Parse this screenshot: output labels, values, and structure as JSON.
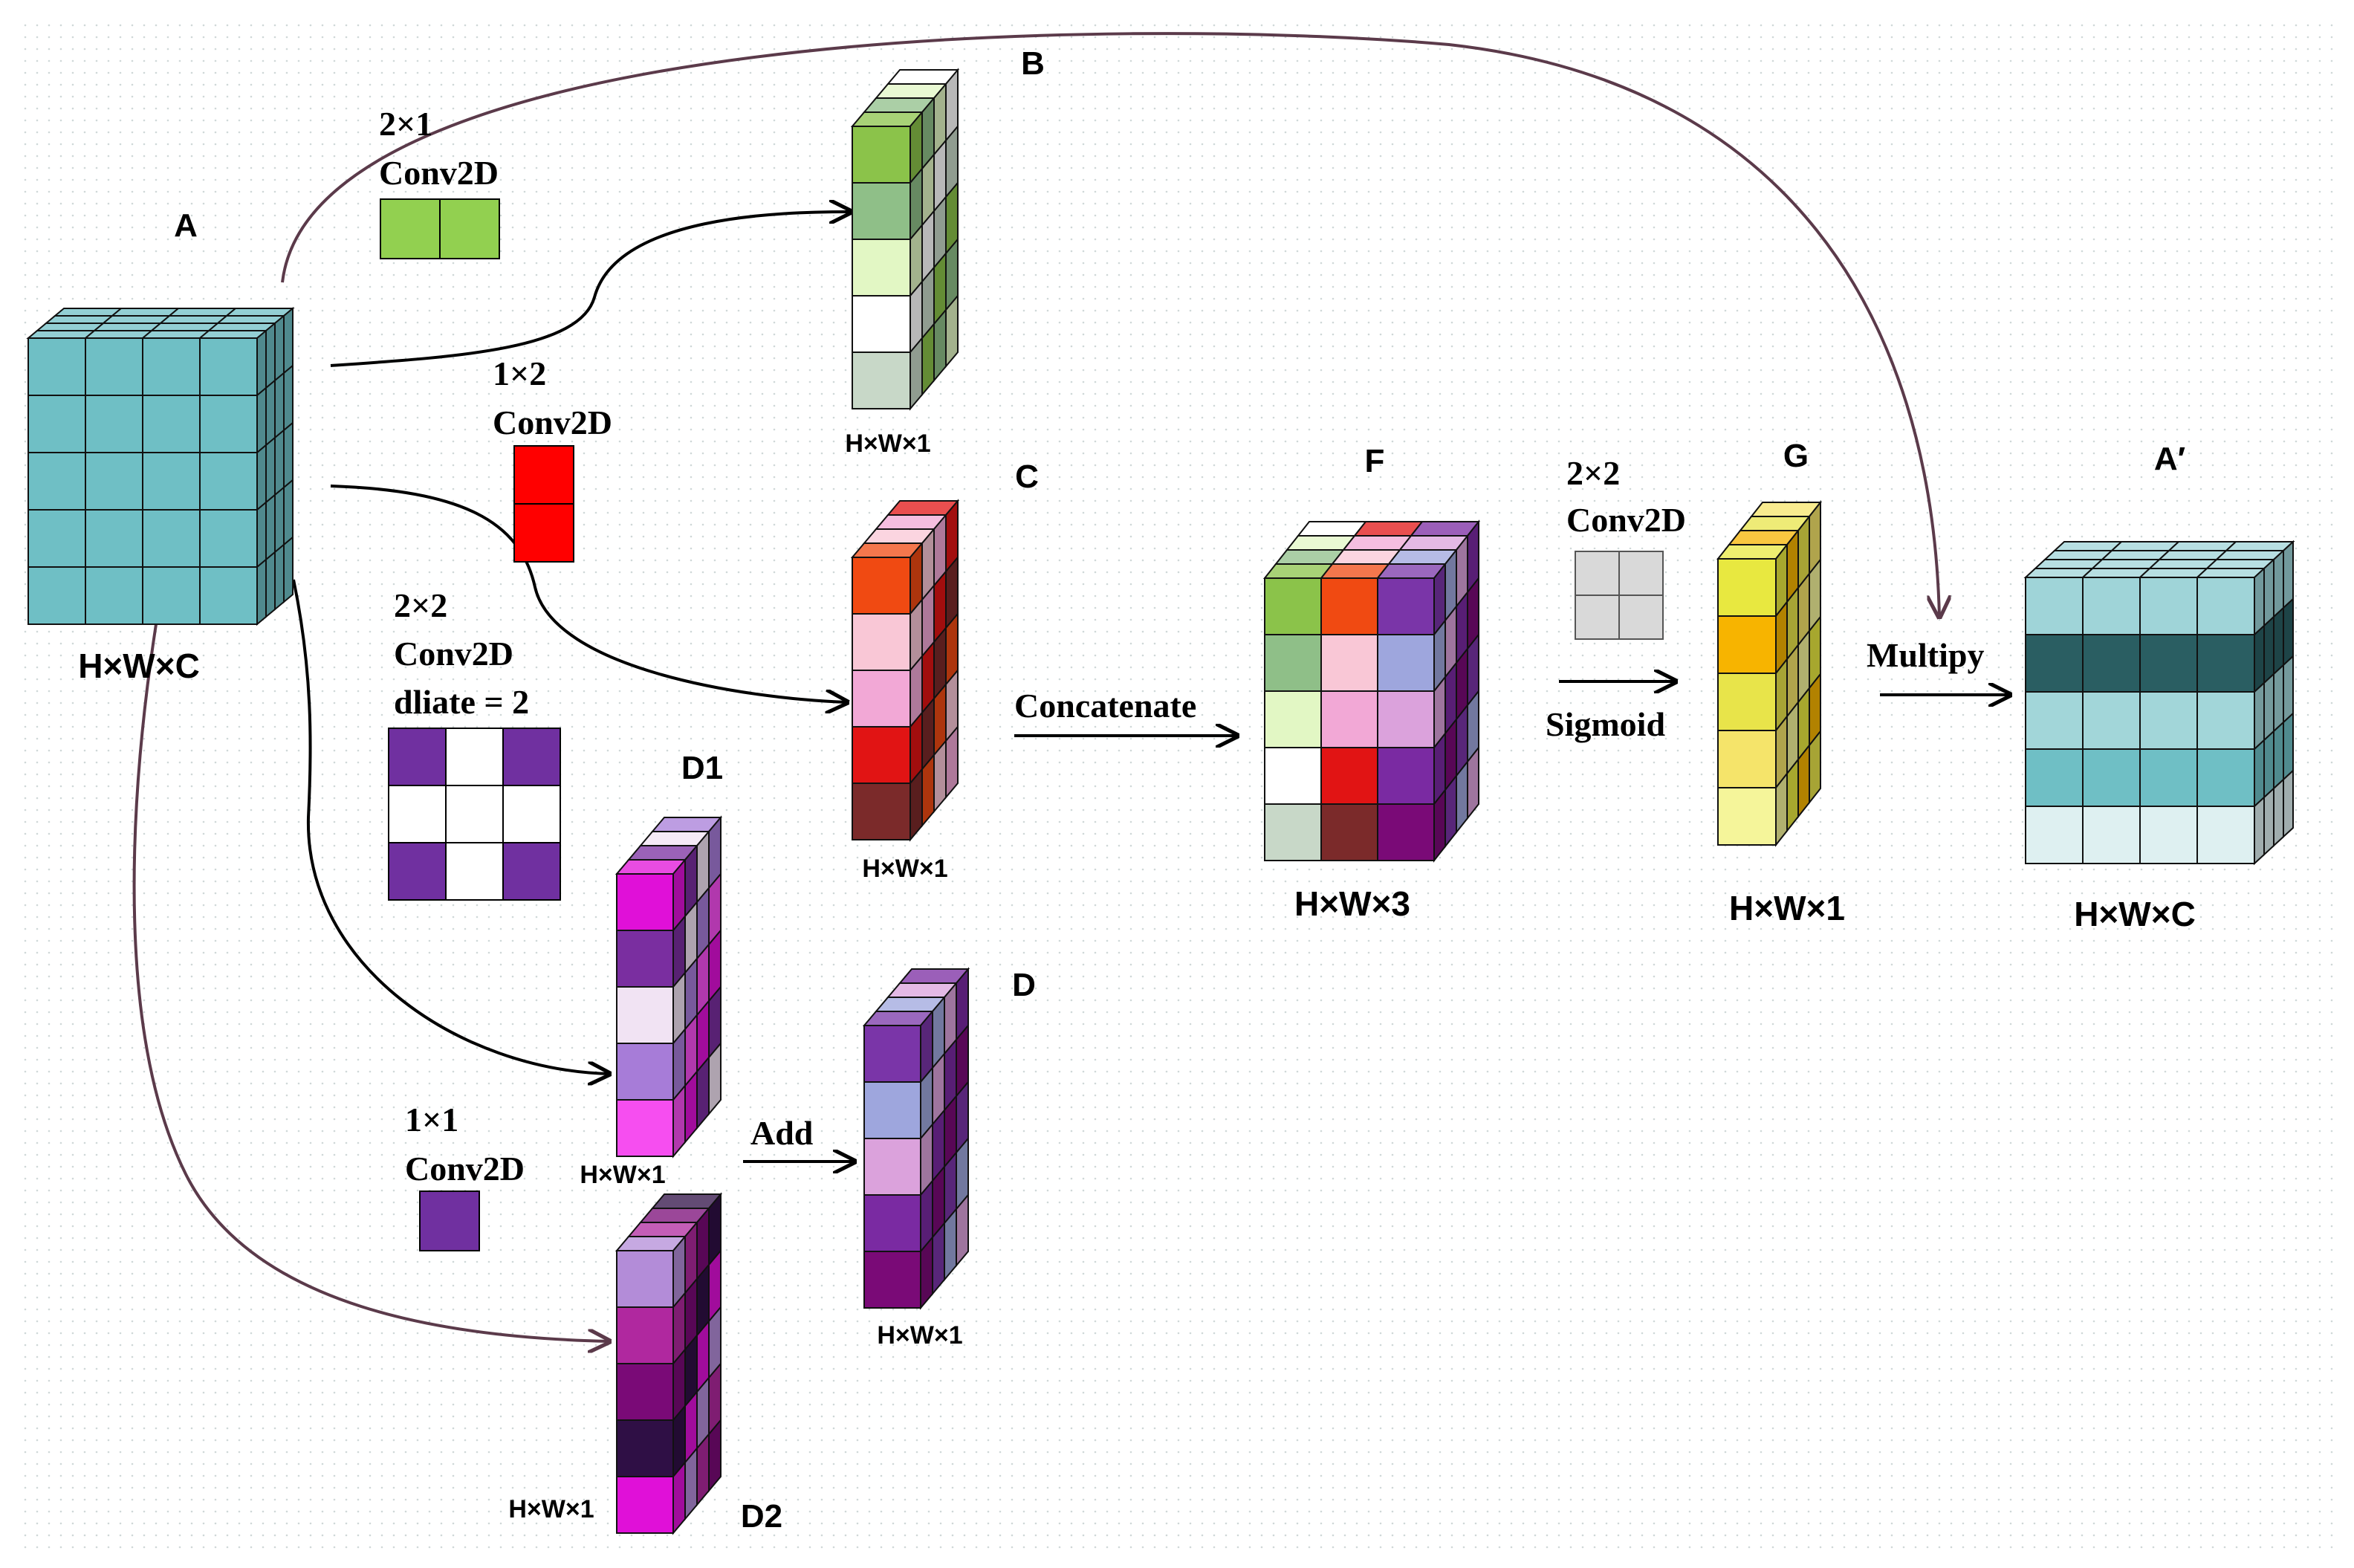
{
  "labels": {
    "A": "A",
    "A_dim": "H×W×C",
    "B": "B",
    "B_dim": "H×W×1",
    "C": "C",
    "C_dim": "H×W×1",
    "D1": "D1",
    "D1_dim": "H×W×1",
    "D2": "D2",
    "D2_dim": "H×W×1",
    "D": "D",
    "D_dim": "H×W×1",
    "F": "F",
    "F_dim": "H×W×3",
    "G": "G",
    "G_dim": "H×W×1",
    "A2": "A′",
    "A2_dim": "H×W×C"
  },
  "ops": {
    "conv_b_size": "2×1",
    "conv_b_name": "Conv2D",
    "conv_c_size": "1×2",
    "conv_c_name": "Conv2D",
    "conv_d1_size": "2×2",
    "conv_d1_name": "Conv2D",
    "conv_d1_dilate": "dliate = 2",
    "conv_d2_size": "1×1",
    "conv_d2_name": "Conv2D",
    "add": "Add",
    "concatenate": "Concatenate",
    "conv_g_size": "2×2",
    "conv_g_name": "Conv2D",
    "sigmoid": "Sigmoid",
    "multiply": "Multipy"
  },
  "colors": {
    "A": "#6fbfc5",
    "B": [
      "#8bc34a",
      "#8fbf88",
      "#e2f7c4",
      "#ffffff",
      "#c8d8c8"
    ],
    "C": [
      "#f04a12",
      "#f9c7d6",
      "#f2a8d6",
      "#e11414",
      "#7b2a2a"
    ],
    "D1": [
      "#e010d8",
      "#7a2ea0",
      "#f1e3f3",
      "#a77cd8",
      "#f64ef0"
    ],
    "D2": [
      "#b38cd8",
      "#b0289f",
      "#7a0a77",
      "#2f0f45",
      "#e010d8"
    ],
    "D": [
      "#7a35a8",
      "#9ea6dd",
      "#dba2dc",
      "#7a2aa2",
      "#7a0a77"
    ],
    "G": [
      "#e8e840",
      "#f7b400",
      "#e8e44a",
      "#f5e46a",
      "#f5f59a"
    ],
    "A2": [
      "#9fd4d8",
      "#2a5e62",
      "#a2d6d9",
      "#6fbfc5",
      "#def0f1"
    ],
    "kernel_b": "#92d050",
    "kernel_c": "#ff0000",
    "kernel_d1": "#7030a0",
    "kernel_d2": "#7030a0",
    "kernel_g": "#d9d9d9",
    "arrow": "#5b3a4a"
  }
}
